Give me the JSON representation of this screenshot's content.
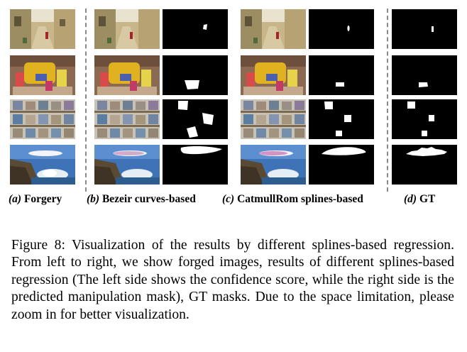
{
  "column_labels": {
    "a": {
      "letter": "(a)",
      "text": "Forgery"
    },
    "b": {
      "letter": "(b)",
      "text": "Bezeir curves-based"
    },
    "c": {
      "letter": "(c)",
      "text": "CatmullRom splines-based"
    },
    "d": {
      "letter": "(d)",
      "text": "GT"
    }
  },
  "caption": "Figure 8: Visualization of the results by different splines-based regression. From left to right, we show forged images, results of different splines-based regression (The left side shows the confidence score, while the right side is the predicted manipulation mask), GT masks. Due to the space limitation, please zoom in for better visualization.",
  "rows": [
    {
      "scene": "alley-street-photo"
    },
    {
      "scene": "bottles-photo"
    },
    {
      "scene": "shelf-photo"
    },
    {
      "scene": "seascape-photo"
    }
  ],
  "colors": {
    "mask_bg": "#000000",
    "mask_fg": "#ffffff",
    "divider": "#8a8a8a"
  }
}
